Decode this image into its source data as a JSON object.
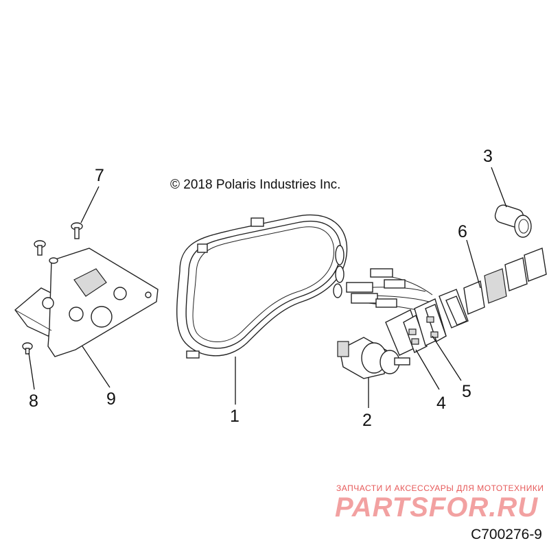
{
  "copyright": "© 2018 Polaris Industries Inc.",
  "figure_code": "C700276-9",
  "callouts": [
    "1",
    "2",
    "3",
    "4",
    "5",
    "6",
    "7",
    "8",
    "9"
  ],
  "watermark": {
    "tagline": "ЗАПЧАСТИ И АКСЕССУАРЫ ДЛЯ МОТОТЕХНИКИ",
    "logo": "PARTSFOR.RU"
  }
}
